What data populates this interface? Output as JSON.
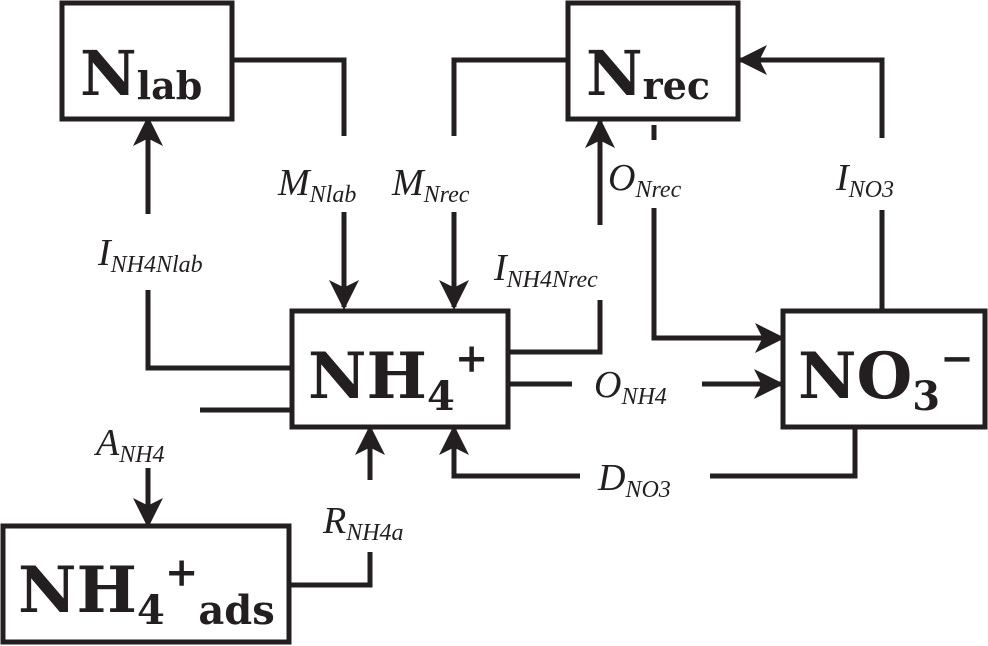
{
  "pools": {
    "n_lab": {
      "main": "N",
      "sub": "lab"
    },
    "n_rec": {
      "main": "N",
      "sub": "rec"
    },
    "nh4": {
      "main": "NH",
      "sub": "4",
      "sup": "+"
    },
    "no3": {
      "main": "NO",
      "sub": "3",
      "sup": "−"
    },
    "nh4_ads": {
      "main": "NH",
      "sub": "4",
      "sup": "+",
      "tail": "ads"
    }
  },
  "fluxes": {
    "m_nlab": {
      "main": "M",
      "sub": "Nlab"
    },
    "m_nrec": {
      "main": "M",
      "sub": "Nrec"
    },
    "o_nrec": {
      "main": "O",
      "sub": "Nrec"
    },
    "i_no3": {
      "main": "I",
      "sub": "NO3"
    },
    "i_nh4nlab": {
      "main": "I",
      "sub": "NH4Nlab"
    },
    "i_nh4nrec": {
      "main": "I",
      "sub": "NH4Nrec"
    },
    "o_nh4": {
      "main": "O",
      "sub": "NH4"
    },
    "a_nh4": {
      "main": "A",
      "sub": "NH4"
    },
    "d_no3": {
      "main": "D",
      "sub": "NO3"
    },
    "r_nh4a": {
      "main": "R",
      "sub": "NH4a"
    }
  },
  "colors": {
    "ink": "#231f20",
    "background": "#ffffff"
  }
}
